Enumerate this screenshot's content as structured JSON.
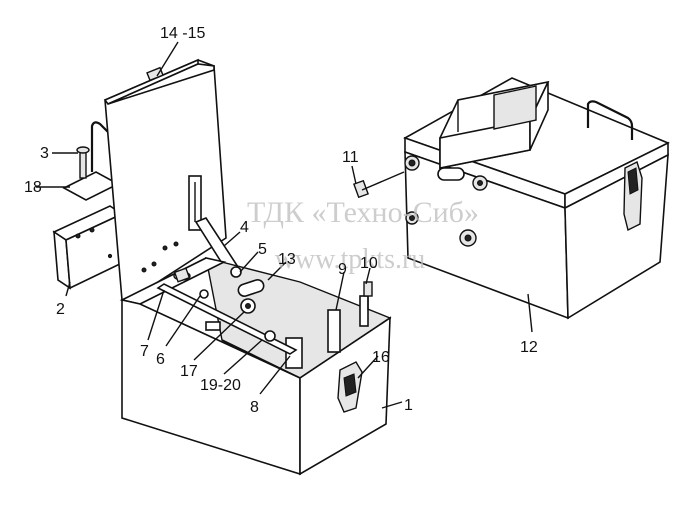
{
  "watermark": {
    "line1": "ТДК «Техно-Сиб»",
    "line2": "www.tpkts.ru"
  },
  "labels": {
    "l14_15": "14 -15",
    "l3": "3",
    "l18": "18",
    "l2": "2",
    "l4": "4",
    "l5": "5",
    "l13": "13",
    "l9": "9",
    "l10": "10",
    "l11": "11",
    "l7": "7",
    "l6": "6",
    "l17": "17",
    "l19_20": "19-20",
    "l8": "8",
    "l16": "16",
    "l1": "1",
    "l12": "12"
  }
}
